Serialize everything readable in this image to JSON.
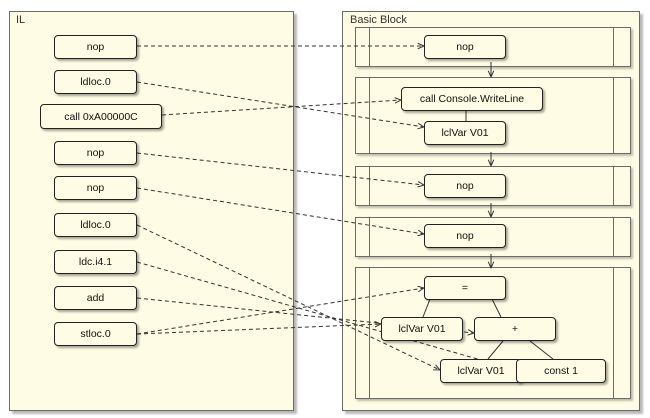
{
  "il_panel": {
    "title": "IL",
    "instructions": [
      "nop",
      "ldloc.0",
      "call 0xA00000C",
      "nop",
      "nop",
      "ldloc.0",
      "ldc.i4.1",
      "add",
      "stloc.0"
    ]
  },
  "bb_panel": {
    "title": "Basic Block",
    "blocks": [
      {
        "nodes": [
          "nop"
        ]
      },
      {
        "nodes": [
          "call Console.WriteLine",
          "lclVar V01"
        ]
      },
      {
        "nodes": [
          "nop"
        ]
      },
      {
        "nodes": [
          "nop"
        ]
      },
      {
        "nodes": [
          "=",
          "lclVar V01",
          "+",
          "lclVar V01",
          "const 1"
        ]
      }
    ]
  }
}
